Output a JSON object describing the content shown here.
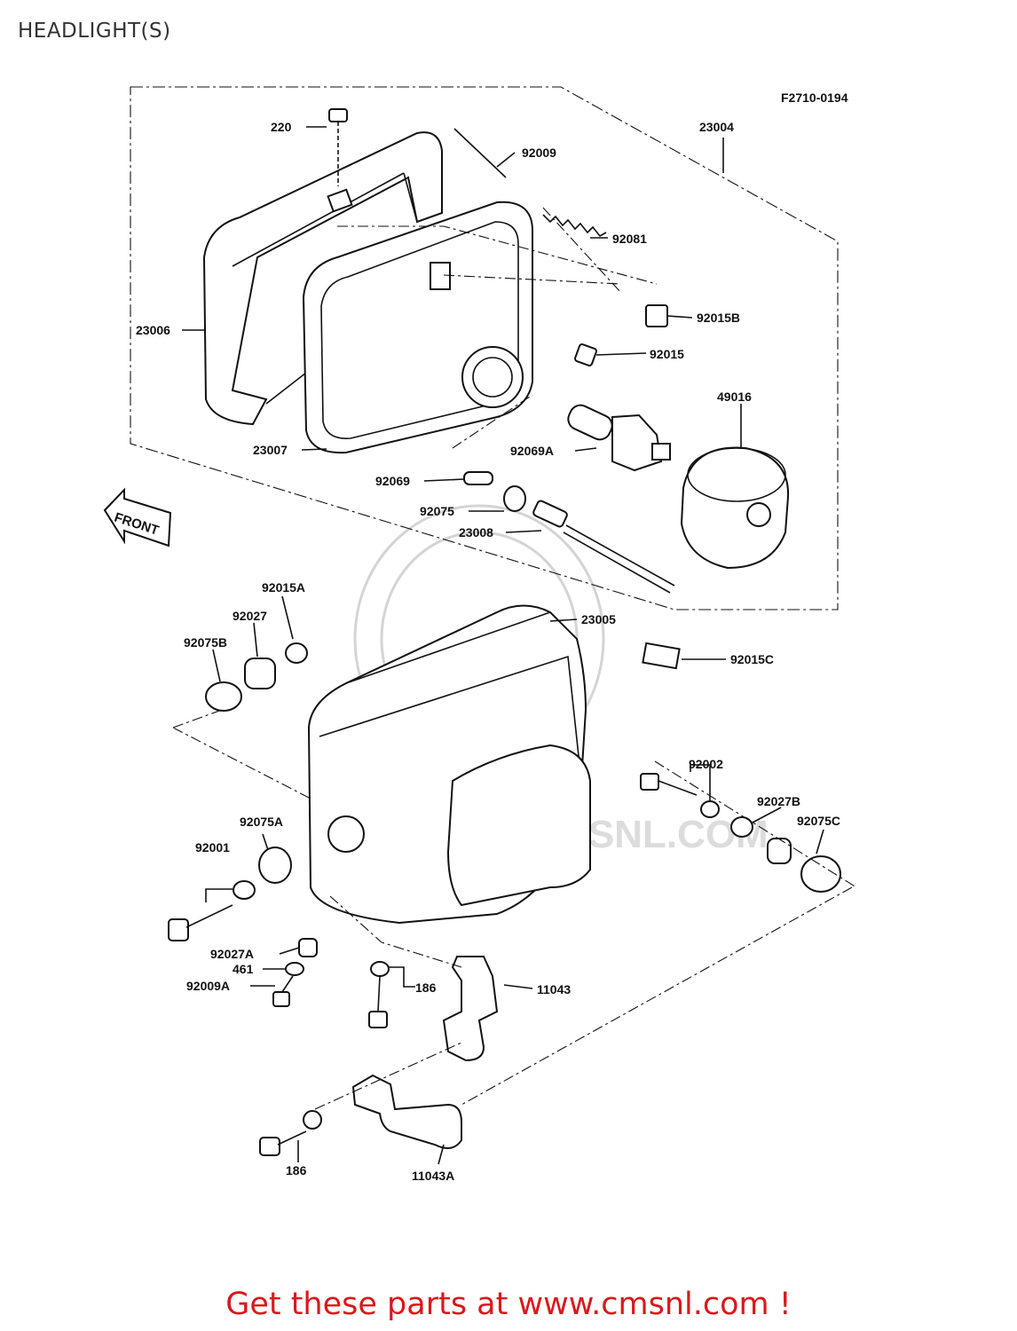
{
  "title": "HEADLIGHT(S)",
  "figure_code": "F2710-0194",
  "front_label": "FRONT",
  "watermark": "WWW.CMSNL.COM",
  "promo_text": "Get these parts at www.cmsnl.com !",
  "callouts": {
    "c220": "220",
    "c92009": "92009",
    "c23004": "23004",
    "c92081": "92081",
    "c92015B": "92015B",
    "c92015": "92015",
    "c23006": "23006",
    "c49016": "49016",
    "c92069A": "92069A",
    "c23007": "23007",
    "c92069": "92069",
    "c92075": "92075",
    "c23008": "23008",
    "c92015A": "92015A",
    "c92027": "92027",
    "c92075B": "92075B",
    "c23005": "23005",
    "c92015C": "92015C",
    "c92002": "92002",
    "c92027B": "92027B",
    "c92075A": "92075A",
    "c92075C": "92075C",
    "c92001": "92001",
    "c92027A": "92027A",
    "c461": "461",
    "c92009A": "92009A",
    "c186a": "186",
    "c11043": "11043",
    "c186b": "186",
    "c11043A": "11043A"
  }
}
